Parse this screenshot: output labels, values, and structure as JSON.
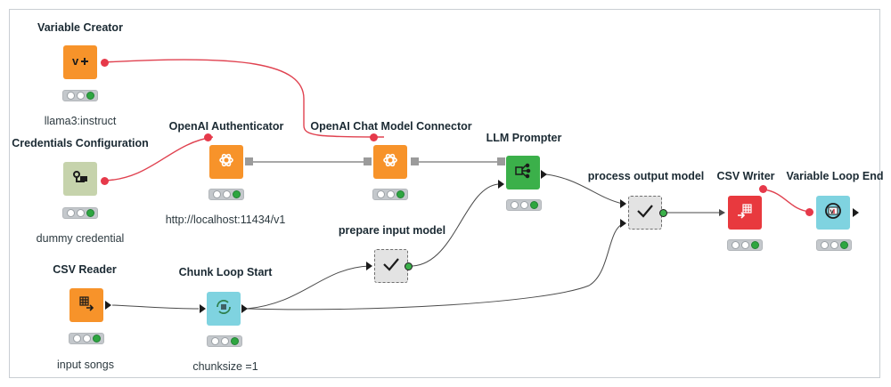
{
  "canvas": {
    "border_color": "#c9ced3"
  },
  "colors": {
    "variable_wire": "#e04250",
    "data_wire": "#4a4a4a",
    "model_wire": "#a8a8a8",
    "orange_node": "#f7932a",
    "green_node": "#3bb04a",
    "red_node": "#e8393e",
    "cyan_node": "#7fd3e0",
    "sage_node": "#c6d3ac",
    "metanode": "#e3e3e3"
  },
  "nodes": {
    "variable_creator": {
      "title": "Variable Creator",
      "caption": "llama3:instruct",
      "icon": "variable-plus-icon"
    },
    "credentials_configuration": {
      "title": "Credentials Configuration",
      "caption": "dummy credential",
      "icon": "credentials-icon"
    },
    "openai_authenticator": {
      "title": "OpenAI Authenticator",
      "caption": "http://localhost:11434/v1",
      "icon": "openai-icon"
    },
    "openai_chat_model_connector": {
      "title": "OpenAI Chat Model Connector",
      "caption": "",
      "icon": "openai-icon"
    },
    "llm_prompter": {
      "title": "LLM Prompter",
      "caption": "",
      "icon": "llm-prompter-icon"
    },
    "csv_reader": {
      "title": "CSV Reader",
      "caption": "input songs",
      "icon": "csv-reader-icon"
    },
    "chunk_loop_start": {
      "title": "Chunk Loop Start",
      "caption": "chunksize =1",
      "icon": "loop-start-icon"
    },
    "prepare_input_model": {
      "title": "prepare input model",
      "caption": "",
      "icon": "check-icon"
    },
    "process_output_model": {
      "title": "process output model",
      "caption": "",
      "icon": "check-icon"
    },
    "csv_writer": {
      "title": "CSV Writer",
      "caption": "",
      "icon": "csv-writer-icon"
    },
    "variable_loop_end": {
      "title": "Variable Loop End",
      "caption": "",
      "icon": "loop-end-icon"
    }
  }
}
